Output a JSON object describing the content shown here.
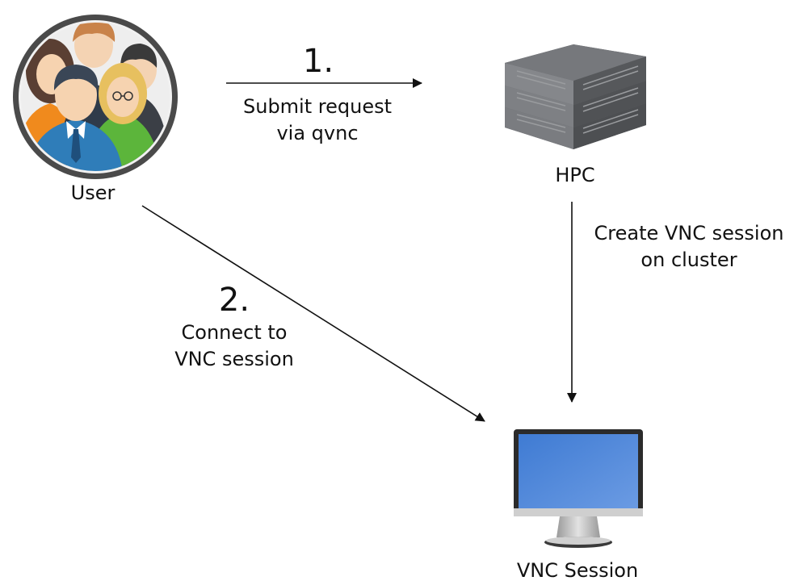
{
  "nodes": {
    "user": {
      "label": "User",
      "icon": "user-group-icon"
    },
    "hpc": {
      "label": "HPC",
      "icon": "server-rack-icon"
    },
    "vnc": {
      "label": "VNC Session",
      "icon": "monitor-icon"
    }
  },
  "edges": {
    "submit": {
      "step": "1.",
      "lines": [
        "Submit request",
        "via qvnc"
      ]
    },
    "create": {
      "lines": [
        "Create VNC session",
        "on cluster"
      ]
    },
    "connect": {
      "step": "2.",
      "lines": [
        "Connect to",
        "VNC session"
      ]
    }
  },
  "colors": {
    "arrow": "#111111",
    "screen": "#4a84d6",
    "server": "#6c6e70"
  }
}
